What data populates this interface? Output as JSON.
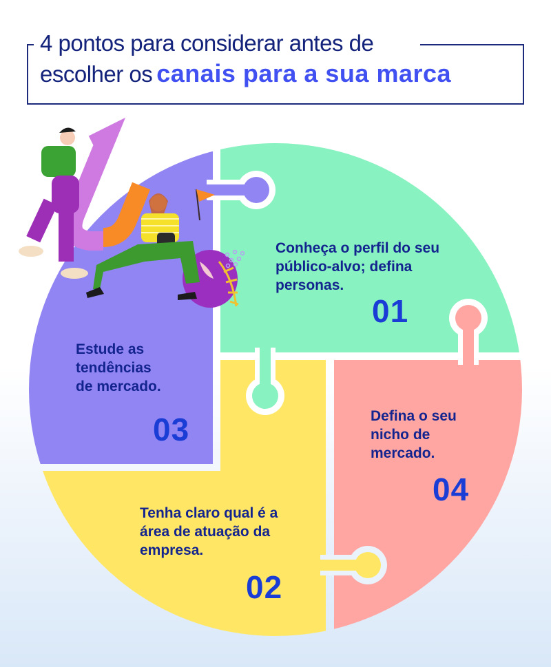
{
  "title": {
    "line1": "4 pontos para considerar antes de",
    "line2_prefix": "escolher os",
    "line2_highlight": "canais para a sua marca"
  },
  "colors": {
    "title_text": "#13227a",
    "title_highlight": "#4150f0",
    "step_text": "#13248f",
    "step_number": "#1a3dd6",
    "piece_green": "#88f2c0",
    "piece_purple": "#9184f3",
    "piece_yellow": "#ffe765",
    "piece_pink": "#ffa6a3"
  },
  "steps": [
    {
      "number": "01",
      "line1": "Conheça o perfil do seu",
      "line2": "público-alvo; defina",
      "line3": "personas.",
      "color": "green"
    },
    {
      "number": "02",
      "line1": "Tenha claro qual é a",
      "line2": "área de atuação da",
      "line3": "empresa.",
      "color": "yellow"
    },
    {
      "number": "03",
      "line1": "Estude as",
      "line2": "tendências",
      "line3": "de mercado.",
      "color": "purple"
    },
    {
      "number": "04",
      "line1": "Defina o seu",
      "line2": "nicho de",
      "line3": "mercado.",
      "color": "pink"
    }
  ],
  "illustration": {
    "description": "man-carrying-magnet-and-woman-kneeling-with-binoculars-and-flag"
  }
}
